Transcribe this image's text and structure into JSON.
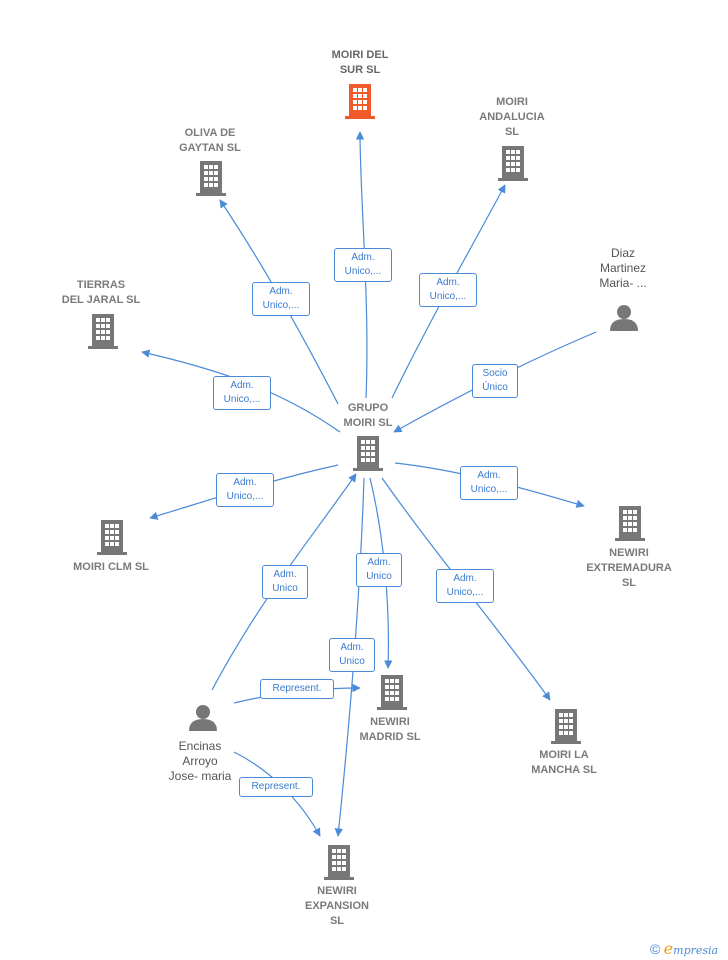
{
  "colors": {
    "edge": "#4a8ad8",
    "building": "#777777",
    "focus_building": "#f05a28",
    "person": "#777777"
  },
  "nodes": {
    "moiri_del_sur": {
      "label": "MOIRI DEL\nSUR  SL",
      "icon": "building-icon"
    },
    "moiri_andalucia": {
      "label": "MOIRI\nANDALUCIA\nSL",
      "icon": "building-icon"
    },
    "oliva_de_gaytan": {
      "label": "OLIVA DE\nGAYTAN  SL",
      "icon": "building-icon"
    },
    "diaz_martinez": {
      "label": "Diaz\nMartinez\nMaria- ...",
      "icon": "person-icon"
    },
    "tierras_del_jaral": {
      "label": "TIERRAS\nDEL JARAL  SL",
      "icon": "building-icon"
    },
    "grupo_moiri": {
      "label": "GRUPO\nMOIRI  SL",
      "icon": "building-icon"
    },
    "moiri_clm": {
      "label": "MOIRI CLM SL",
      "icon": "building-icon"
    },
    "newiri_extremadura": {
      "label": "NEWIRI\nEXTREMADURA\nSL",
      "icon": "building-icon"
    },
    "newiri_madrid": {
      "label": "NEWIRI\nMADRID SL",
      "icon": "building-icon"
    },
    "moiri_la_mancha": {
      "label": "MOIRI LA\nMANCHA  SL",
      "icon": "building-icon"
    },
    "encinas_arroyo": {
      "label": "Encinas\nArroyo\nJose- maria",
      "icon": "person-icon"
    },
    "newiri_expansion": {
      "label": "NEWIRI\nEXPANSION\nSL",
      "icon": "building-icon"
    }
  },
  "edges": {
    "to_moiri_del_sur": "Adm.\nUnico,...",
    "to_oliva": "Adm.\nUnico,...",
    "to_andalucia": "Adm.\nUnico,...",
    "diaz_socio": "Socio\nÚnico",
    "to_tierras": "Adm.\nUnico,...",
    "to_clm": "Adm.\nUnico,...",
    "to_extremadura": "Adm.\nUnico,...",
    "encinas_adm": "Adm.\nUnico",
    "to_madrid": "Adm.\nUnico",
    "to_la_mancha": "Adm.\nUnico,...",
    "encinas_expansion_adm": "Adm.\nUnico",
    "encinas_represent_madrid": "Represent.",
    "encinas_represent_expansion": "Represent."
  },
  "footer": {
    "copyright": "©",
    "brand_initial": "e",
    "brand_rest": "mpresia"
  }
}
